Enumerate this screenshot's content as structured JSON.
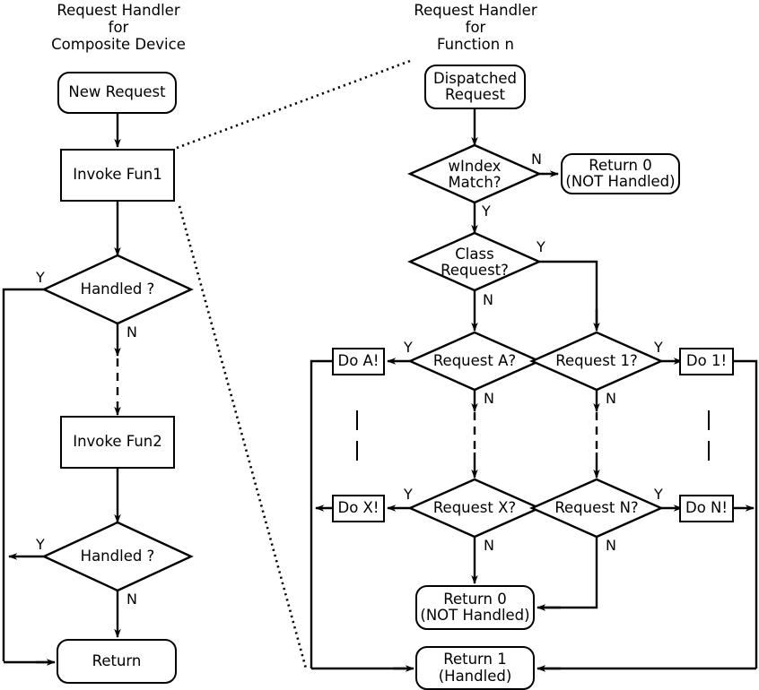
{
  "diagram": {
    "type": "flowchart",
    "title_left": "Request Handler\nfor\nComposite Device",
    "title_right": "Request Handler\nfor\nFunction n"
  },
  "left_panel": {
    "title_line1": "Request Handler",
    "title_line2": "for",
    "title_line3": "Composite Device",
    "nodes": {
      "new_request": "New Request",
      "invoke_fun1": "Invoke Fun1",
      "handled1": "Handled ?",
      "invoke_fun2": "Invoke Fun2",
      "handled2": "Handled ?",
      "ret": "Return"
    },
    "edge_labels": {
      "handled1_yes": "Y",
      "handled1_no": "N",
      "handled2_yes": "Y",
      "handled2_no": "N"
    }
  },
  "right_panel": {
    "title_line1": "Request Handler",
    "title_line2": "for",
    "title_line3": "Function n",
    "nodes": {
      "dispatched_l1": "Dispatched",
      "dispatched_l2": "Request",
      "windex_l1": "wIndex",
      "windex_l2": "Match?",
      "return0_top_l1": "Return 0",
      "return0_top_l2": "(NOT Handled)",
      "class_req_l1": "Class",
      "class_req_l2": "Request?",
      "request_a": "Request A?",
      "request_1": "Request 1?",
      "request_x": "Request X?",
      "request_n": "Request N?",
      "do_a": "Do A!",
      "do_1": "Do 1!",
      "do_x": "Do X!",
      "do_n": "Do N!",
      "return0_l1": "Return 0",
      "return0_l2": "(NOT Handled)",
      "return1_l1": "Return 1",
      "return1_l2": "(Handled)"
    },
    "edge_labels": {
      "windex_no": "N",
      "windex_yes": "Y",
      "class_yes": "Y",
      "class_no": "N",
      "request_a_yes": "Y",
      "request_a_no": "N",
      "request_1_yes": "Y",
      "request_1_no": "N",
      "request_x_yes": "Y",
      "request_x_no": "N",
      "request_n_yes": "Y",
      "request_n_no": "N"
    },
    "ellipsis_marks": [
      "|",
      "|",
      "|",
      "|"
    ]
  },
  "colors": {
    "stroke": "#000000",
    "background": "#ffffff"
  }
}
